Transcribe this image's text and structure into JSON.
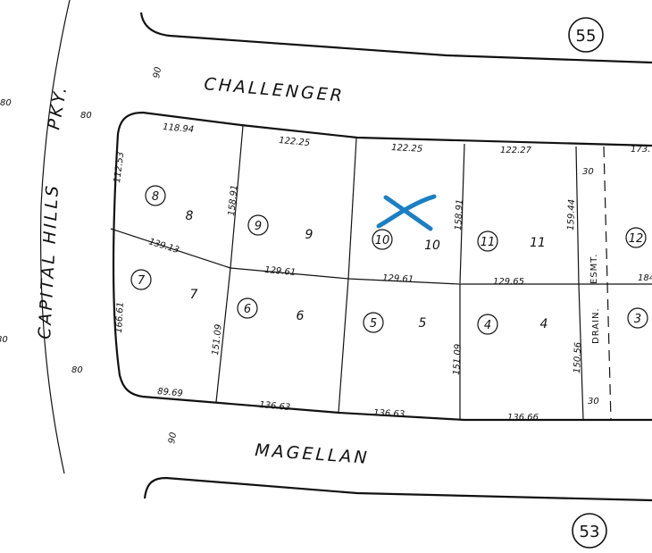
{
  "map": {
    "type": "subdivision plat map",
    "streets": {
      "north": "CHALLENGER",
      "south": "MAGELLAN",
      "west": "CAPITAL HILLS",
      "west_suffix": "PKY."
    },
    "street_widths": {
      "challenger": "90",
      "magellan": "90",
      "capital_hills_east": "80",
      "capital_hills_west_top": "80",
      "capital_hills_west_bottom": "80",
      "capital_hills_lower": "80"
    },
    "sheet_refs": {
      "north": "55",
      "south": "53"
    },
    "lots": [
      {
        "id": "8",
        "parcel": "8"
      },
      {
        "id": "9",
        "parcel": "9"
      },
      {
        "id": "10",
        "parcel": "10",
        "marked": true
      },
      {
        "id": "11",
        "parcel": "11"
      },
      {
        "id": "12",
        "parcel": "12"
      },
      {
        "id": "7",
        "parcel": "7"
      },
      {
        "id": "6",
        "parcel": "6"
      },
      {
        "id": "5",
        "parcel": "5"
      },
      {
        "id": "4",
        "parcel": "4"
      },
      {
        "id": "3",
        "parcel": "3"
      }
    ],
    "dimensions": {
      "lot8_north": "118.94",
      "lot8_west": "112.53",
      "lot8_south": "139.13",
      "lot9_north": "122.25",
      "lot8_9_side": "158.91",
      "lot9_south": "129.61",
      "lot10_north": "122.25",
      "lot10_11_side": "158.91",
      "lot10_south": "129.61",
      "lot11_north": "122.27",
      "lot11_east": "159.44",
      "lot11_south": "129.65",
      "lot12_north": "173.",
      "lot12_south": "184",
      "lot7_west": "166.61",
      "lot7_south": "89.69",
      "lot7_6_side": "151.09",
      "lot6_south": "136.63",
      "lot5_4_side": "151.09",
      "lot5_south": "136.63",
      "lot4_east": "150.56",
      "lot4_south": "136.66"
    },
    "easement": {
      "label_top": "ESMT.",
      "label_bottom": "DRAIN.",
      "width_top": "30",
      "width_bottom": "30"
    },
    "annotation": {
      "mark": "X",
      "color": "#1a7fc4",
      "on_lot": "10"
    },
    "colors": {
      "ink": "#111111",
      "paper": "#ffffff",
      "marker": "#1a7fc4"
    }
  }
}
